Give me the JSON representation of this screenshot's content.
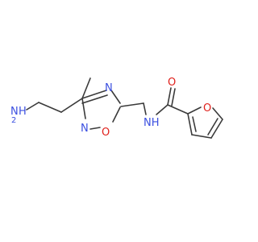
{
  "molecule": {
    "atoms": {
      "amine_n": "N",
      "amine_h2": "H",
      "amine_h2_sub": "2",
      "ring_n_top": "N",
      "ring_n_bottom": "N",
      "ring_o": "O",
      "amide_nh": "NH",
      "carbonyl_o": "O",
      "furan_o": "O"
    },
    "colors": {
      "bond": "#3a3a3a",
      "nitrogen": "#3b4fe0",
      "oxygen": "#e0201b"
    }
  }
}
